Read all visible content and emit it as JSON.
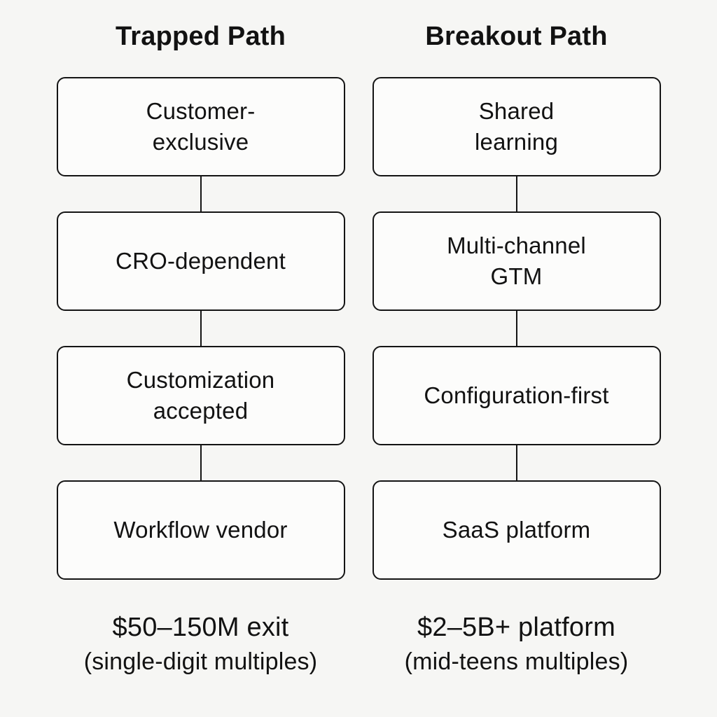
{
  "diagram": {
    "colors": {
      "background": "#f6f6f4",
      "node_fill": "#fcfcfb",
      "line": "#141414",
      "text": "#121212"
    },
    "columns": [
      {
        "title": "Trapped Path",
        "boxes": [
          {
            "label": "Customer-\nexclusive"
          },
          {
            "label": "CRO-dependent"
          },
          {
            "label": "Customization\naccepted"
          },
          {
            "label": "Workflow vendor"
          }
        ],
        "footer": {
          "value": "$50–150M exit",
          "note": "(single-digit multiples)"
        }
      },
      {
        "title": "Breakout Path",
        "boxes": [
          {
            "label": "Shared\nlearning"
          },
          {
            "label": "Multi-channel\nGTM"
          },
          {
            "label": "Configuration-first"
          },
          {
            "label": "SaaS platform"
          }
        ],
        "footer": {
          "value": "$2–5B+ platform",
          "note": "(mid-teens multiples)"
        }
      }
    ]
  }
}
